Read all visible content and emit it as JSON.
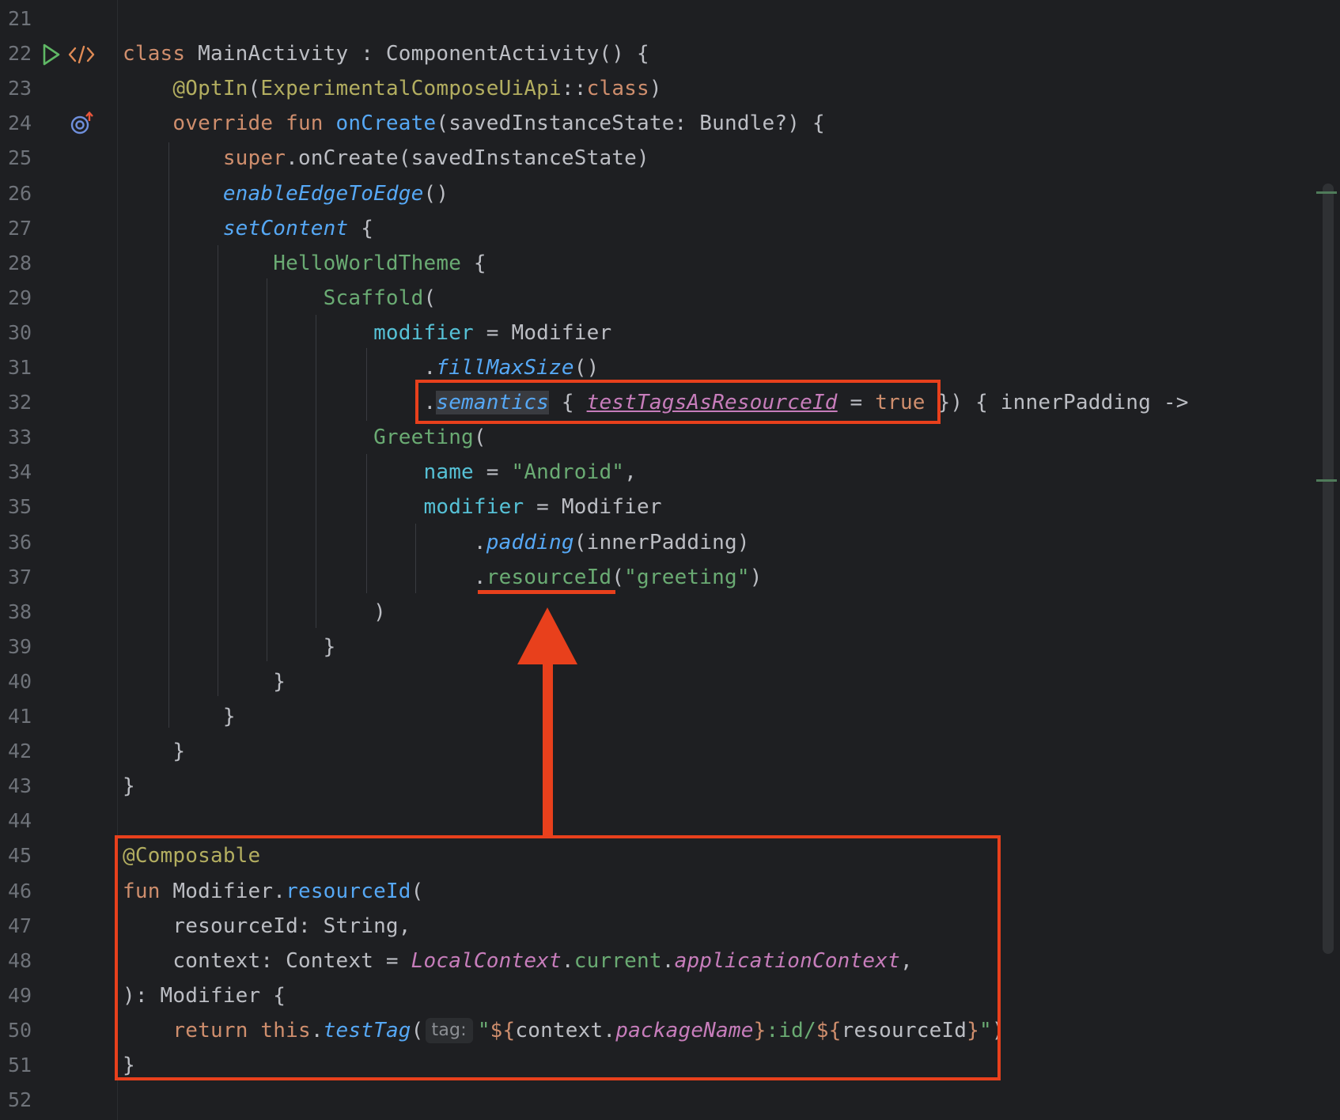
{
  "editor": {
    "lines": [
      {
        "n": "21",
        "code": []
      },
      {
        "n": "22",
        "code": [
          [
            "kw",
            "class "
          ],
          [
            "pl",
            "MainActivity : ComponentActivity() {"
          ]
        ]
      },
      {
        "n": "23",
        "code": [
          [
            "pl",
            "    "
          ],
          [
            "ann",
            "@OptIn"
          ],
          [
            "pl",
            "("
          ],
          [
            "ann",
            "ExperimentalComposeUiApi"
          ],
          [
            "pl",
            "::"
          ],
          [
            "kw",
            "class"
          ],
          [
            "pl",
            ")"
          ]
        ]
      },
      {
        "n": "24",
        "code": [
          [
            "pl",
            "    "
          ],
          [
            "kw",
            "override fun "
          ],
          [
            "fn",
            "onCreate"
          ],
          [
            "pl",
            "(savedInstanceState: Bundle?) {"
          ]
        ]
      },
      {
        "n": "25",
        "code": [
          [
            "pl",
            "        "
          ],
          [
            "kw",
            "super"
          ],
          [
            "pl",
            ".onCreate(savedInstanceState)"
          ]
        ]
      },
      {
        "n": "26",
        "code": [
          [
            "pl",
            "        "
          ],
          [
            "fni",
            "enableEdgeToEdge"
          ],
          [
            "pl",
            "()"
          ]
        ]
      },
      {
        "n": "27",
        "code": [
          [
            "pl",
            "        "
          ],
          [
            "fni",
            "setContent"
          ],
          [
            "pl",
            " {"
          ]
        ]
      },
      {
        "n": "28",
        "code": [
          [
            "pl",
            "            "
          ],
          [
            "green",
            "HelloWorldTheme"
          ],
          [
            "pl",
            " {"
          ]
        ]
      },
      {
        "n": "29",
        "code": [
          [
            "pl",
            "                "
          ],
          [
            "green",
            "Scaffold"
          ],
          [
            "pl",
            "("
          ]
        ]
      },
      {
        "n": "30",
        "code": [
          [
            "pl",
            "                    "
          ],
          [
            "param",
            "modifier"
          ],
          [
            "pl",
            " = Modifier"
          ]
        ]
      },
      {
        "n": "31",
        "code": [
          [
            "pl",
            "                        ."
          ],
          [
            "fni",
            "fillMaxSize"
          ],
          [
            "pl",
            "()"
          ]
        ]
      },
      {
        "n": "32",
        "code": [
          [
            "pl",
            "                        ."
          ],
          [
            "fnihl",
            "semantics"
          ],
          [
            "pl",
            " { "
          ],
          [
            "propu",
            "testTagsAsResourceId"
          ],
          [
            "pl",
            " = "
          ],
          [
            "kw",
            "true"
          ],
          [
            "pl",
            " }) { innerPadding ->"
          ]
        ]
      },
      {
        "n": "33",
        "code": [
          [
            "pl",
            "                    "
          ],
          [
            "green",
            "Greeting"
          ],
          [
            "pl",
            "("
          ]
        ]
      },
      {
        "n": "34",
        "code": [
          [
            "pl",
            "                        "
          ],
          [
            "param",
            "name"
          ],
          [
            "pl",
            " = "
          ],
          [
            "str",
            "\"Android\""
          ],
          [
            "pl",
            ","
          ]
        ]
      },
      {
        "n": "35",
        "code": [
          [
            "pl",
            "                        "
          ],
          [
            "param",
            "modifier"
          ],
          [
            "pl",
            " = Modifier"
          ]
        ]
      },
      {
        "n": "36",
        "code": [
          [
            "pl",
            "                            ."
          ],
          [
            "fni",
            "padding"
          ],
          [
            "pl",
            "(innerPadding)"
          ]
        ]
      },
      {
        "n": "37",
        "code": [
          [
            "pl",
            "                            ."
          ],
          [
            "green",
            "resourceId"
          ],
          [
            "pl",
            "("
          ],
          [
            "str",
            "\"greeting\""
          ],
          [
            "pl",
            ")"
          ]
        ]
      },
      {
        "n": "38",
        "code": [
          [
            "pl",
            "                    )"
          ]
        ]
      },
      {
        "n": "39",
        "code": [
          [
            "pl",
            "                }"
          ]
        ]
      },
      {
        "n": "40",
        "code": [
          [
            "pl",
            "            }"
          ]
        ]
      },
      {
        "n": "41",
        "code": [
          [
            "pl",
            "        }"
          ]
        ]
      },
      {
        "n": "42",
        "code": [
          [
            "pl",
            "    }"
          ]
        ]
      },
      {
        "n": "43",
        "code": [
          [
            "pl",
            "}"
          ]
        ]
      },
      {
        "n": "44",
        "code": []
      },
      {
        "n": "45",
        "code": [
          [
            "ann",
            "@Composable"
          ]
        ]
      },
      {
        "n": "46",
        "code": [
          [
            "kw",
            "fun "
          ],
          [
            "pl",
            "Modifier."
          ],
          [
            "fn",
            "resourceId"
          ],
          [
            "pl",
            "("
          ]
        ]
      },
      {
        "n": "47",
        "code": [
          [
            "pl",
            "    resourceId: String,"
          ]
        ]
      },
      {
        "n": "48",
        "code": [
          [
            "pl",
            "    context: Context = "
          ],
          [
            "prop",
            "LocalContext"
          ],
          [
            "pl",
            "."
          ],
          [
            "green",
            "current"
          ],
          [
            "pl",
            "."
          ],
          [
            "prop",
            "applicationContext"
          ],
          [
            "pl",
            ","
          ]
        ]
      },
      {
        "n": "49",
        "code": [
          [
            "pl",
            "): Modifier {"
          ]
        ]
      },
      {
        "n": "50",
        "code": [
          [
            "pl",
            "    "
          ],
          [
            "kw",
            "return this"
          ],
          [
            "pl",
            "."
          ],
          [
            "fni",
            "testTag"
          ],
          [
            "pl",
            "("
          ],
          [
            "hint",
            "tag:"
          ],
          [
            "str",
            "\""
          ],
          [
            "kw",
            "${"
          ],
          [
            "pl",
            "context."
          ],
          [
            "prop",
            "packageName"
          ],
          [
            "kw",
            "}"
          ],
          [
            "str",
            ":id/"
          ],
          [
            "kw",
            "${"
          ],
          [
            "pl",
            "resourceId"
          ],
          [
            "kw",
            "}"
          ],
          [
            "str",
            "\""
          ],
          [
            "pl",
            ")"
          ]
        ]
      },
      {
        "n": "51",
        "code": [
          [
            "pl",
            "}"
          ]
        ]
      },
      {
        "n": "52",
        "code": []
      }
    ]
  },
  "colors": {
    "background": "#1e1f22",
    "annotation_red": "#e8401c",
    "keyword": "#cf8e6d",
    "function": "#56a8f5",
    "string": "#6aab73",
    "annotation": "#b3ae60",
    "property": "#c77dbb"
  },
  "gutter_icons": [
    "run-icon",
    "compose-preview-icon",
    "override-marker-icon"
  ]
}
